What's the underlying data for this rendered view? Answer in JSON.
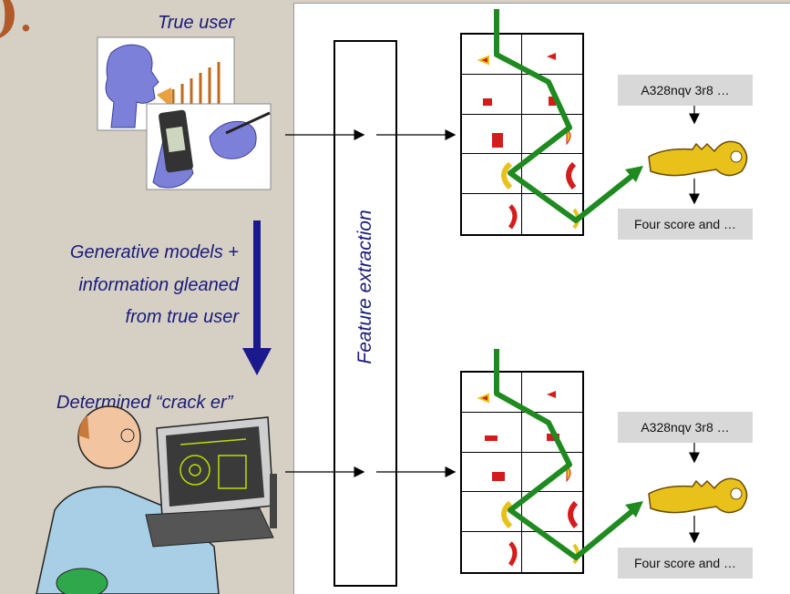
{
  "labels": {
    "true_user": "True user",
    "generative_line1": "Generative models +",
    "generative_line2": "information gleaned",
    "generative_line3": "from true user",
    "cracker": "Determined “crack er”",
    "feature_extraction": "Feature extraction"
  },
  "top_pipeline": {
    "key_code": "A328nqv 3r8 …",
    "key_phrase": "Four score and …"
  },
  "bottom_pipeline": {
    "key_code": "A328nqv 3r8 …",
    "key_phrase": "Four score and …"
  },
  "colors": {
    "panel_bg": "#d6d0c4",
    "label_text": "#1a1a7a",
    "path_green": "#1f8a1f",
    "arrow_navy": "#1a1a8c",
    "key_gold": "#e8c21a",
    "tag_gray": "#d8d8d8"
  },
  "icons": [
    "speaking-person-icon",
    "pda-stylus-icon",
    "computer-user-icon",
    "key-icon"
  ]
}
